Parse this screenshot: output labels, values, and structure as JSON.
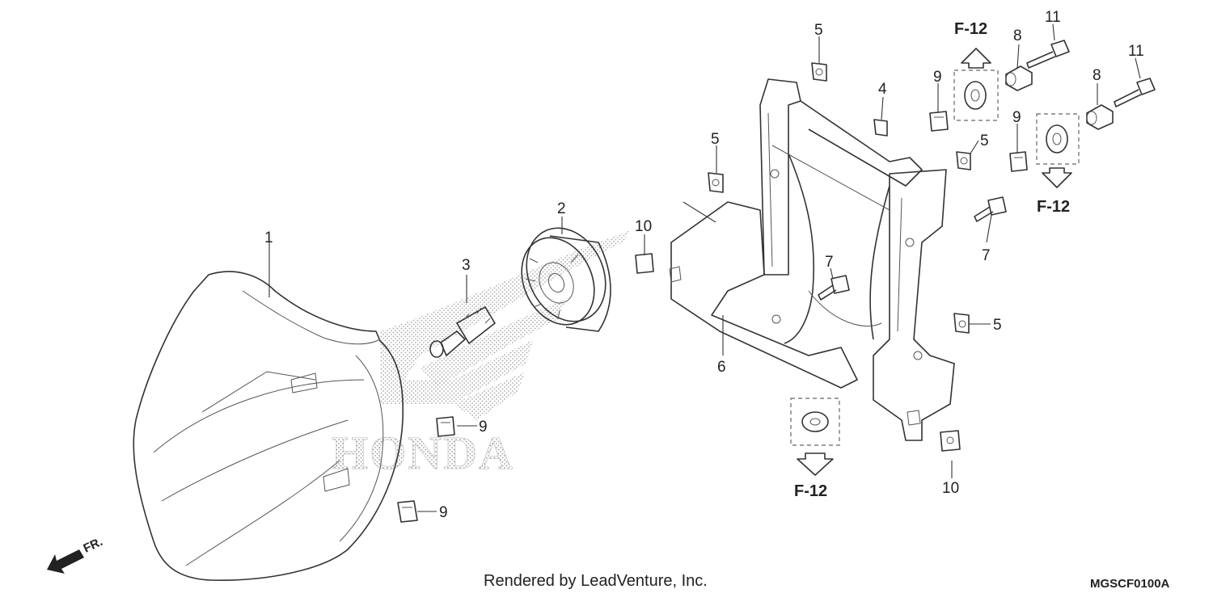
{
  "footer": {
    "credit": "Rendered by LeadVenture, Inc.",
    "diagram_code": "MGSCF0100A"
  },
  "direction_marker": {
    "label": "FR.",
    "icon": "front-direction-arrow-icon"
  },
  "watermark": {
    "text": "HONDA",
    "icon": "honda-wing-logo"
  },
  "callouts": [
    {
      "id": "c1",
      "label": "1"
    },
    {
      "id": "c2",
      "label": "2"
    },
    {
      "id": "c3",
      "label": "3"
    },
    {
      "id": "c4",
      "label": "4"
    },
    {
      "id": "c5a",
      "label": "5"
    },
    {
      "id": "c5b",
      "label": "5"
    },
    {
      "id": "c5c",
      "label": "5"
    },
    {
      "id": "c5d",
      "label": "5"
    },
    {
      "id": "c6",
      "label": "6"
    },
    {
      "id": "c7a",
      "label": "7"
    },
    {
      "id": "c7b",
      "label": "7"
    },
    {
      "id": "c8a",
      "label": "8"
    },
    {
      "id": "c8b",
      "label": "8"
    },
    {
      "id": "c9a",
      "label": "9"
    },
    {
      "id": "c9b",
      "label": "9"
    },
    {
      "id": "c9c",
      "label": "9"
    },
    {
      "id": "c9d",
      "label": "9"
    },
    {
      "id": "c10a",
      "label": "10"
    },
    {
      "id": "c10b",
      "label": "10"
    },
    {
      "id": "c11a",
      "label": "11"
    },
    {
      "id": "c11b",
      "label": "11"
    }
  ],
  "references": [
    {
      "id": "r1",
      "label": "F-12"
    },
    {
      "id": "r2",
      "label": "F-12"
    },
    {
      "id": "r3",
      "label": "F-12"
    }
  ]
}
